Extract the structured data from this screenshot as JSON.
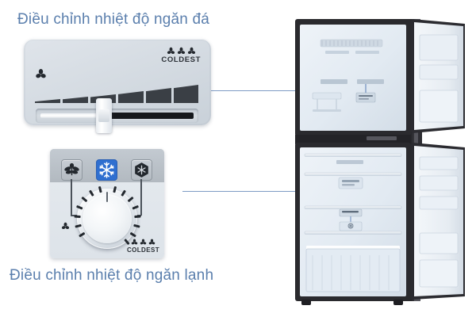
{
  "page": {
    "background": "#ffffff",
    "accent_blue": "#5b7fad",
    "leader_line_color": "#7e9bc4"
  },
  "captions": {
    "freezer": "Điều chỉnh nhiệt độ ngăn đá",
    "fridge": "Điều chỉnh nhiệt độ ngăn lạnh"
  },
  "freezer_panel": {
    "name": "freezer-temperature-slider-panel",
    "coldest_label": "COLDEST",
    "fan_icon_count_coldest": 3,
    "fan_icon_count_lowest": 1,
    "bar_count": 6,
    "slider_value_percent": 45,
    "colors": {
      "panel": "#d5dbe2",
      "bar": "#3a3f45",
      "track_fill": "#15181c",
      "knob": "#ffffff"
    }
  },
  "fridge_panel": {
    "name": "fridge-temperature-dial-panel",
    "coldest_label": "COLDEST",
    "fan_icon_count_coldest": 3,
    "fan_icon_count_lowest": 1,
    "buttons": [
      {
        "name": "vegetable-mode-button",
        "icon": "leaf-icon",
        "state": "inactive",
        "color": "#c0c7ce"
      },
      {
        "name": "quick-freeze-button",
        "icon": "snowflake-icon",
        "state": "active",
        "color": "#2f6fd0"
      },
      {
        "name": "ice-mode-button",
        "icon": "ice-cube-hexagon-icon",
        "state": "inactive",
        "color": "#c0c7ce"
      }
    ],
    "dial": {
      "name": "temperature-dial",
      "tick_count": 18,
      "pointer_angle_degrees": 0
    }
  },
  "refrigerator": {
    "name": "refrigerator-illustration",
    "type": "two-door top-freezer refrigerator, doors open",
    "body_color": "#2b2b2f",
    "interior_color": "#e8eef4",
    "compartments": [
      {
        "name": "freezer-compartment",
        "position": "top"
      },
      {
        "name": "fridge-compartment",
        "position": "bottom"
      }
    ]
  },
  "leaders": [
    {
      "name": "leader-line-freezer",
      "from": "freezer_panel",
      "to": "freezer-compartment"
    },
    {
      "name": "leader-line-fridge",
      "from": "fridge_panel",
      "to": "fridge-compartment"
    }
  ]
}
